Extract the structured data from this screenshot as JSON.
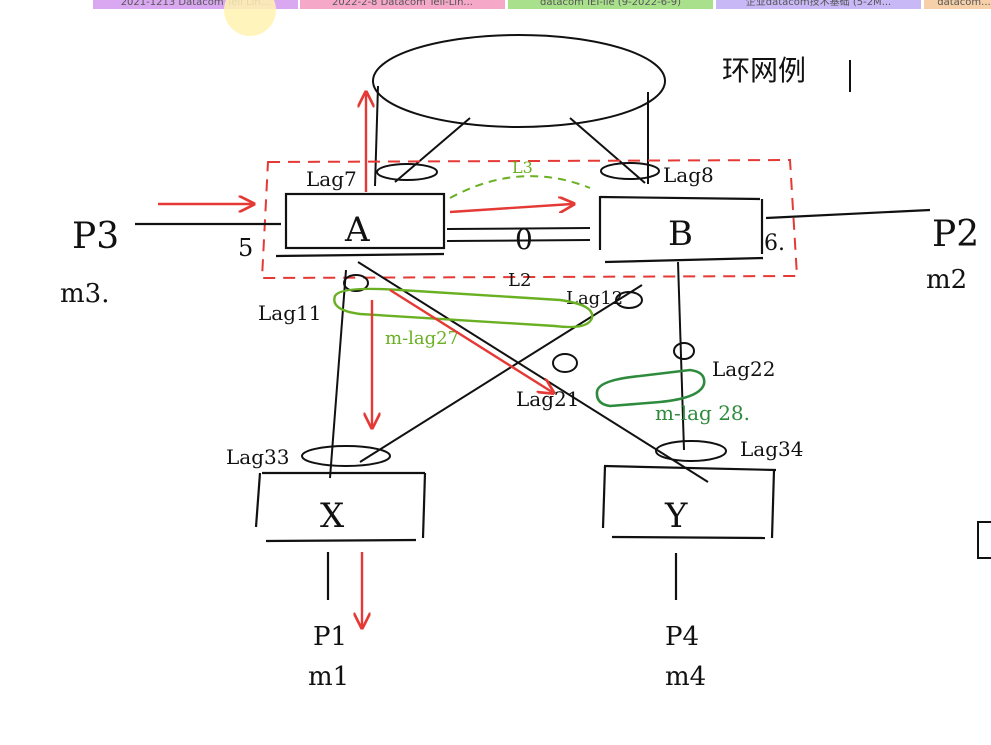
{
  "tabs": [
    {
      "label": "2021-1213 Datacom Teil Lin...",
      "color": "#d9a8f0"
    },
    {
      "label": "2022-2-8 Datacom Tell-Lin...",
      "color": "#f5a8c8"
    },
    {
      "label": "datacom IEI-lie (9-2022-6-9)",
      "color": "#a8e08c"
    },
    {
      "label": "企业datacom技术基础 (5-2M...",
      "color": "#c8b8f5"
    },
    {
      "label": "datacom...",
      "color": "#f5d0a8"
    }
  ],
  "diagram": {
    "title_cn": "环网例",
    "devices": {
      "a": "A",
      "b": "B",
      "x": "X",
      "y": "Y"
    },
    "hosts": {
      "p3": "P3",
      "m3": "m3.",
      "port5": "5",
      "p2": "P2",
      "m2": "m2",
      "port6": "6.",
      "p1": "P1",
      "m1": "m1",
      "p4": "P4",
      "m4": "m4"
    },
    "link_ab": "0",
    "links": {
      "l2": "L2",
      "l3": "L3"
    },
    "lags": {
      "lag7": "Lag7",
      "lag8": "Lag8",
      "lag11": "Lag11",
      "lag12": "Lag12",
      "lag21": "Lag21",
      "lag22": "Lag22",
      "lag33": "Lag33",
      "lag34": "Lag34"
    },
    "mlags": {
      "mlag27": "m-lag27",
      "mlag28": "m-lag 28."
    },
    "colors": {
      "ink": "#111111",
      "red": "#e53935",
      "light_green": "#6ab023",
      "dark_green": "#2e8b3d"
    }
  }
}
